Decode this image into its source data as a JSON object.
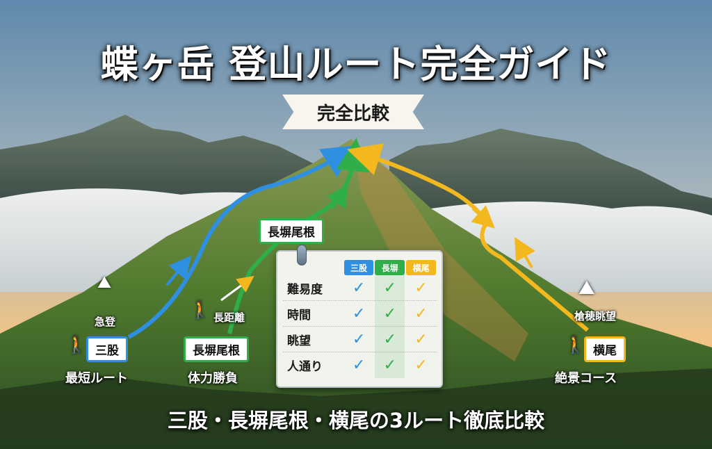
{
  "title": "蝶ヶ岳 登山ルート完全ガイド",
  "ribbon": "完全比較",
  "colors": {
    "blue": "#2f8fe0",
    "green": "#2fae4a",
    "yellow": "#f2b81e"
  },
  "routes": {
    "blue": {
      "tag": "三股",
      "caption": "最短ルート",
      "feature": "急登",
      "feature_icon": "steep-climb-icon",
      "person_icon": "hiker-icon"
    },
    "green": {
      "tag": "長塀尾根",
      "caption": "体力勝負",
      "feature": "長距離",
      "feature_icon": "long-distance-icon",
      "upper_tag": "長塀尾根",
      "person_icon": "hiker-icon"
    },
    "yellow": {
      "tag": "横尾",
      "caption": "絶景コース",
      "feature": "槍穂眺望",
      "feature_icon": "mountain-view-icon",
      "person_icon": "hiker-icon"
    }
  },
  "comparison": {
    "headers": [
      "三股",
      "長塀",
      "横尾"
    ],
    "rows": [
      {
        "label": "難易度",
        "marks": [
          "✓",
          "✓",
          "✓"
        ]
      },
      {
        "label": "時間",
        "marks": [
          "✓",
          "✓",
          "✓"
        ]
      },
      {
        "label": "眺望",
        "marks": [
          "✓",
          "✓",
          "✓"
        ]
      },
      {
        "label": "人通り",
        "marks": [
          "✓",
          "✓",
          "✓"
        ]
      }
    ]
  },
  "footer": "三股・長塀尾根・横尾の3ルート徹底比較"
}
